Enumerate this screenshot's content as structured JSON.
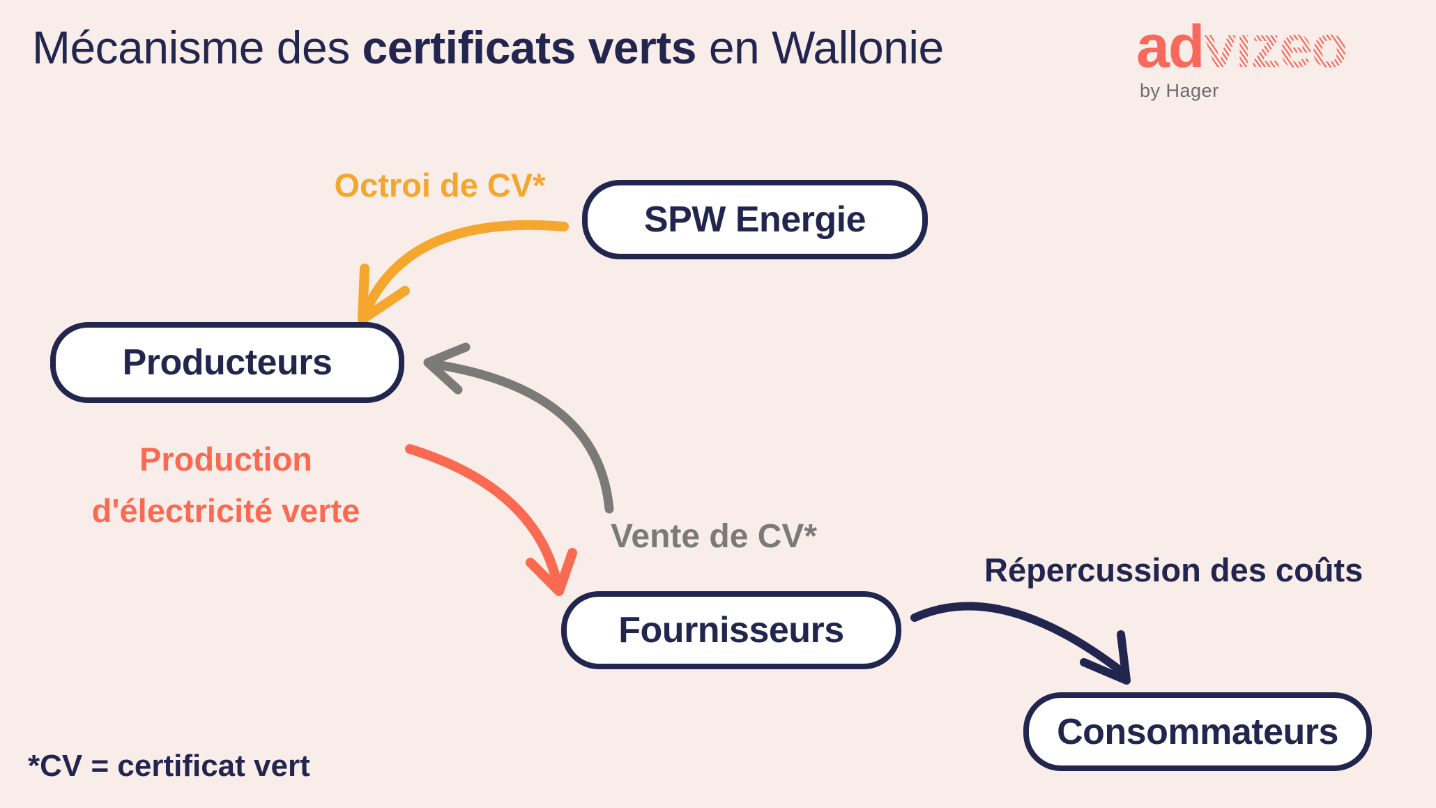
{
  "colors": {
    "background": "#F9EDEA",
    "navy": "#22264E",
    "box_fill": "#FFFFFF",
    "logo_coral": "#F8695C",
    "byline_gray": "#6C6C6C"
  },
  "header": {
    "title": {
      "prefix": "Mécanisme des ",
      "bold": "certificats verts",
      "suffix": " en Wallonie"
    },
    "logo": {
      "solid": "ad",
      "hatched": "vızeo",
      "byline": "by Hager"
    }
  },
  "diagram": {
    "nodes": {
      "spw": {
        "label": "SPW Energie"
      },
      "producteurs": {
        "label": "Producteurs"
      },
      "fournisseurs": {
        "label": "Fournisseurs"
      },
      "consommateurs": {
        "label": "Consommateurs"
      }
    },
    "edges": {
      "octroi": {
        "label": "Octroi de CV*",
        "from": "SPW Energie",
        "to": "Producteurs",
        "color": "#F5A62D"
      },
      "production": {
        "label_line1": "Production",
        "label_line2": "d'électricité verte",
        "from": "Producteurs",
        "to": "Fournisseurs",
        "color": "#FA6A52"
      },
      "vente": {
        "label": "Vente de CV*",
        "from": "Fournisseurs",
        "to": "Producteurs",
        "color": "#7C7A76"
      },
      "repercussion": {
        "label": "Répercussion des coûts",
        "from": "Fournisseurs",
        "to": "Consommateurs",
        "color": "#22264E"
      }
    }
  },
  "footnote": {
    "text": "*CV = certificat vert"
  }
}
